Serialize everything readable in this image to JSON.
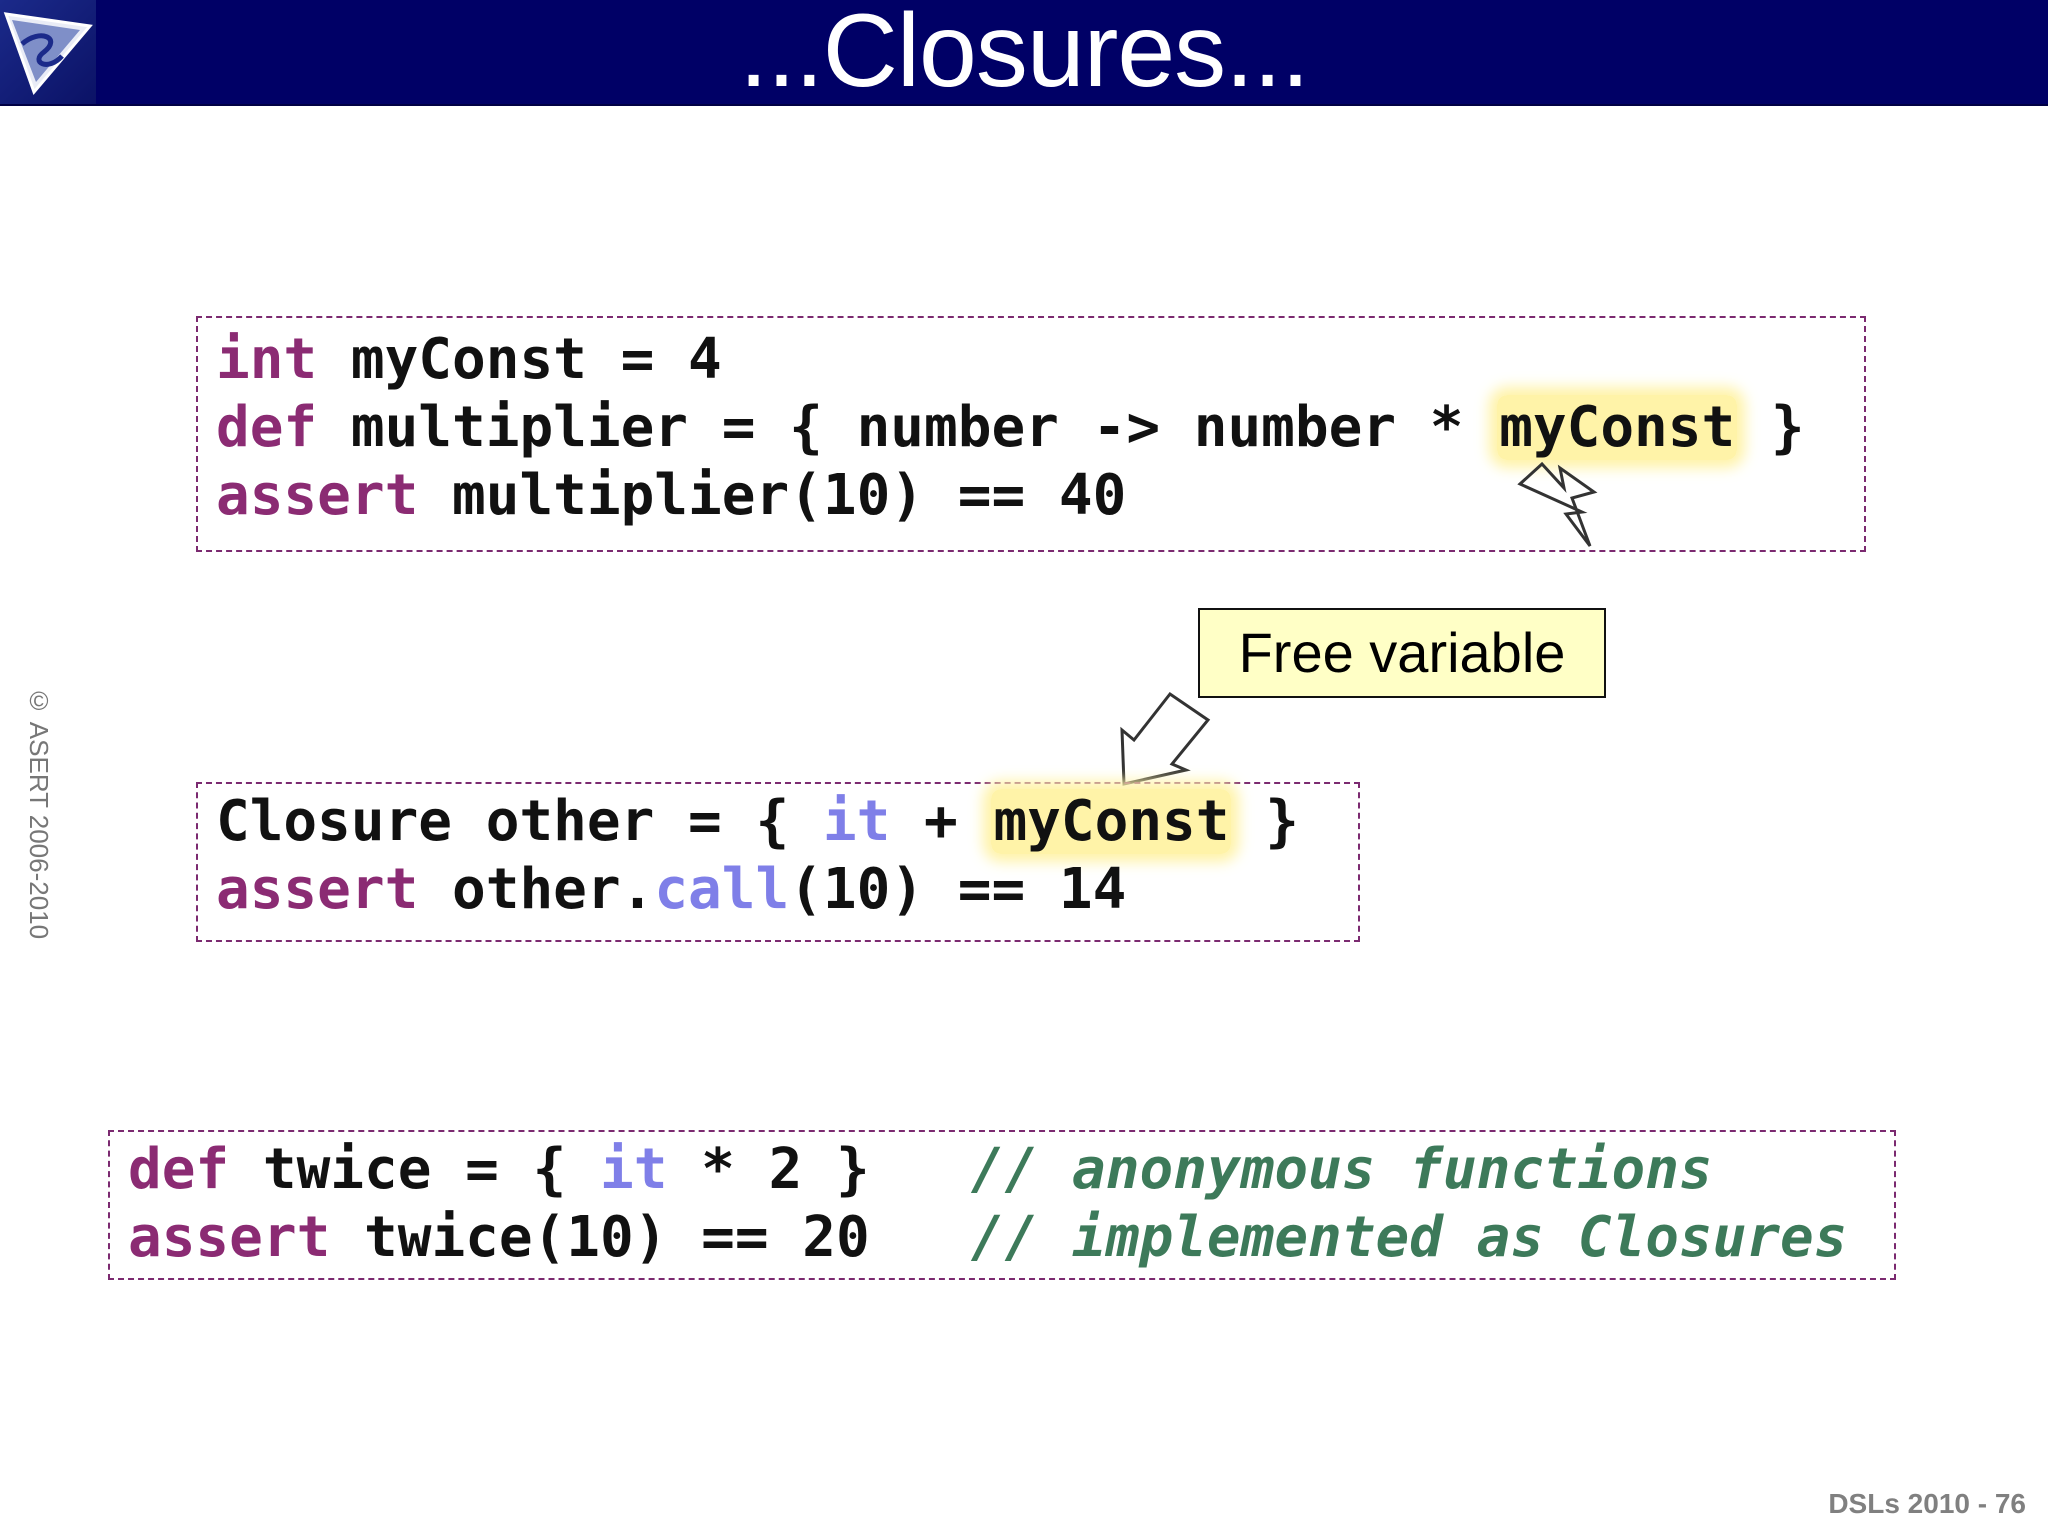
{
  "slide": {
    "title": "...Closures...",
    "copyright": "© ASERT 2006-2010",
    "footer": "DSLs 2010 - 76",
    "callout": "Free variable"
  },
  "code_block_1": {
    "line1": {
      "kw": "int",
      "rest": " myConst = 4"
    },
    "line2": {
      "kw": "def",
      "rest": " multiplier = { number -> number * ",
      "highlight": "myConst",
      "end": " }"
    },
    "line3": {
      "kw": "assert",
      "rest": " multiplier(10) == 40"
    }
  },
  "code_block_2": {
    "line1": {
      "pre": "Closure other = { ",
      "it": "it",
      "mid": " + ",
      "highlight": "myConst",
      "end": " }"
    },
    "line2": {
      "kw": "assert",
      "pre": " other.",
      "call": "call",
      "end": "(10) == 14"
    }
  },
  "code_block_3": {
    "line1": {
      "kw": "def",
      "pre": " twice = { ",
      "it": "it",
      "end": " * 2 }   ",
      "comment": "// anonymous functions"
    },
    "line2": {
      "kw": "assert",
      "end": " twice(10) == 20   ",
      "comment": "// implemented as Closures"
    }
  },
  "colors": {
    "title_bar": "#000066",
    "keyword": "#8b2b73",
    "it_keyword": "#7f7fe8",
    "comment": "#3d7a5a",
    "highlight": "#fff3a8",
    "callout_bg": "#ffffc6"
  }
}
